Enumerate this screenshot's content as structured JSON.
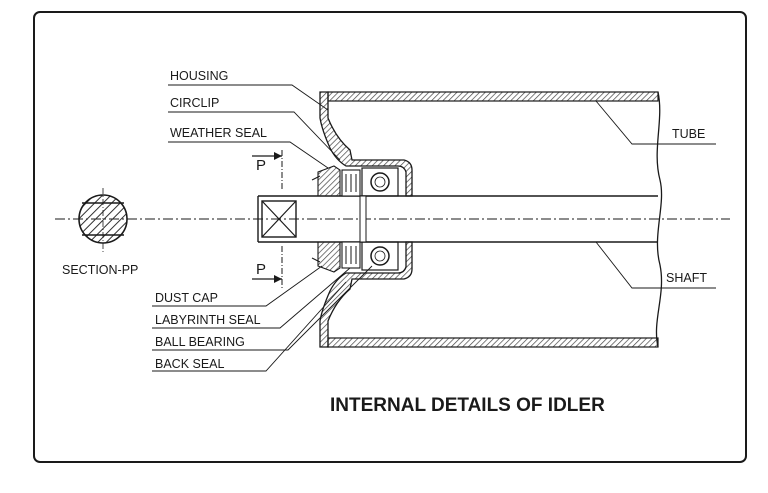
{
  "diagram": {
    "title": "INTERNAL DETAILS OF IDLER",
    "section_label": "SECTION-PP",
    "section_marker": "P",
    "labels_left_top": [
      "HOUSING",
      "CIRCLIP",
      "WEATHER SEAL"
    ],
    "labels_left_bottom": [
      "DUST CAP",
      "LABYRINTH SEAL",
      "BALL BEARING",
      "BACK SEAL"
    ],
    "labels_right": [
      "TUBE",
      "SHAFT"
    ]
  },
  "colors": {
    "ink": "#1a1a1a",
    "paper": "#ffffff",
    "hatch": "#444444"
  }
}
